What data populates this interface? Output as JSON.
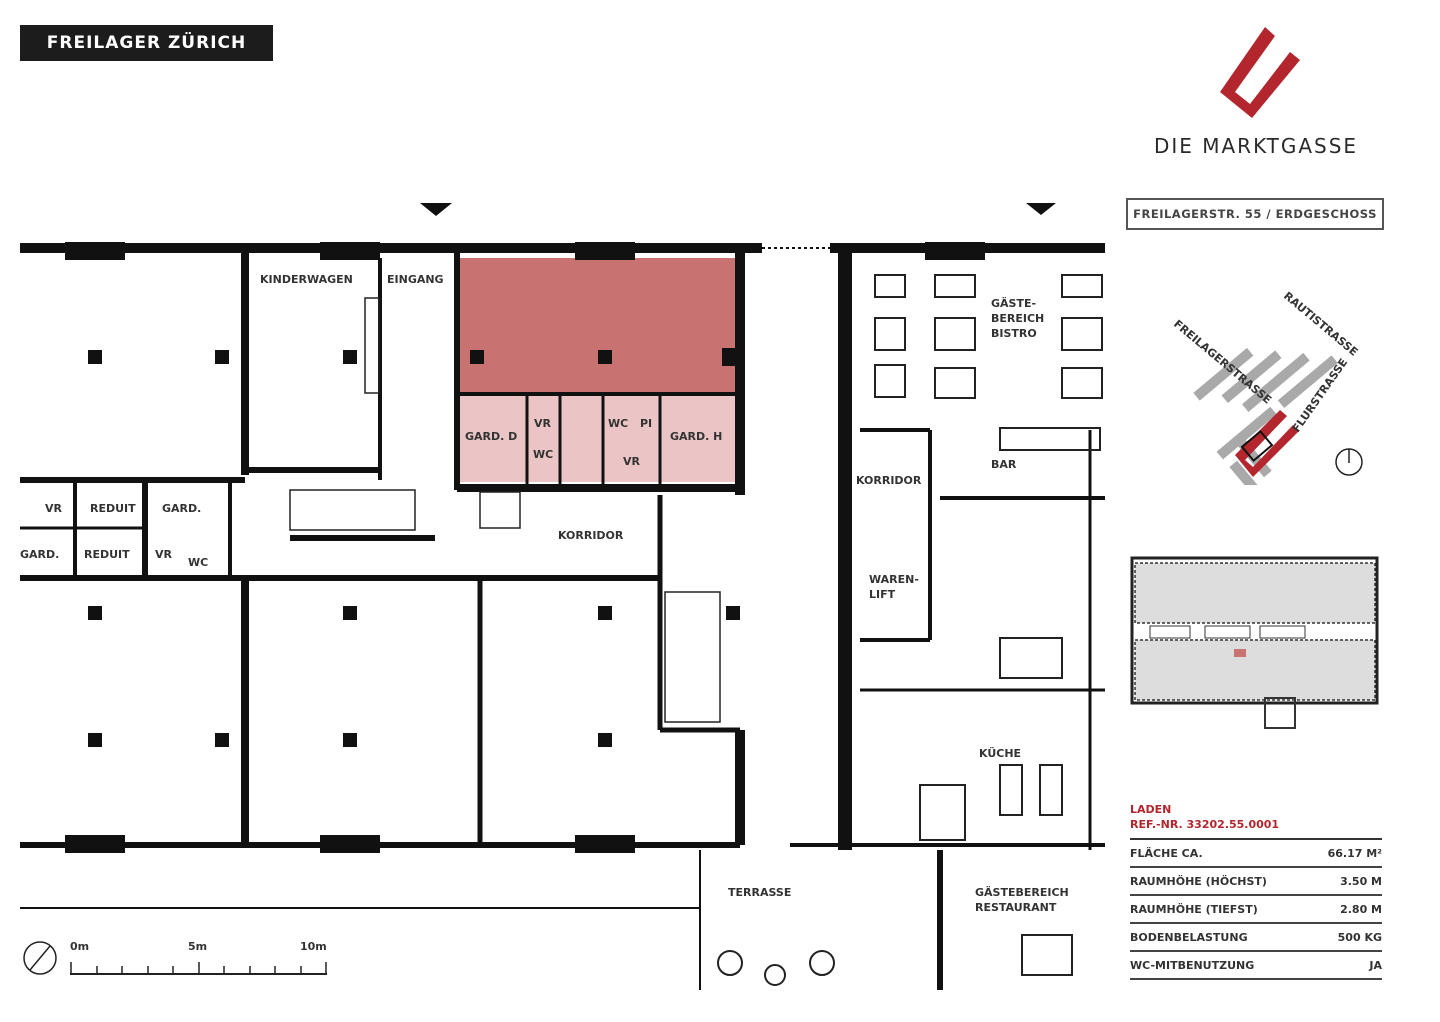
{
  "header": {
    "title": "FREILAGER ZÜRICH"
  },
  "brand": {
    "name": "DIE MARKTGASSE",
    "logo_color": "#b3262d"
  },
  "address": "FREILAGERSTR. 55 / ERDGESCHOSS",
  "site_map": {
    "streets": [
      "RAUTISTRASSE",
      "FREILAGERSTRASSE",
      "FLURSTRASSE"
    ]
  },
  "colors": {
    "highlight": "#c87272",
    "highlight_light": "#ebc5c5",
    "walls": "#111111"
  },
  "rooms": {
    "kinderwagen": "KINDERWAGEN",
    "eingang": "EINGANG",
    "gard_d": "GARD. D",
    "vr1": "VR",
    "wc1": "WC",
    "wc2": "WC",
    "pi": "PI",
    "vr2": "VR",
    "gard_h": "GARD. H",
    "bistro": [
      "GÄSTE-",
      "BEREICH",
      "BISTRO"
    ],
    "bar": "BAR",
    "korridor1": "KORRIDOR",
    "vr3": "VR",
    "reduit1": "REDUIT",
    "gard1": "GARD.",
    "gard2": "GARD.",
    "reduit2": "REDUIT",
    "vr4": "VR",
    "wc3": "WC",
    "korridor2": "KORRIDOR",
    "warenlift": [
      "WAREN-",
      "LIFT"
    ],
    "kueche": "KÜCHE",
    "terrasse": "TERRASSE",
    "restaurant": [
      "GÄSTEBEREICH",
      "RESTAURANT"
    ]
  },
  "scale": {
    "labels": [
      "0m",
      "5m",
      "10m"
    ]
  },
  "unit_info": {
    "type": "LADEN",
    "ref": "REF.-NR. 33202.55.0001",
    "rows": [
      {
        "label": "FLÄCHE CA.",
        "value": "66.17 M²"
      },
      {
        "label": "RAUMHÖHE (HÖCHST)",
        "value": "3.50 M"
      },
      {
        "label": "RAUMHÖHE (TIEFST)",
        "value": "2.80 M"
      },
      {
        "label": "BODENBELASTUNG",
        "value": "500 KG"
      },
      {
        "label": "WC-MITBENUTZUNG",
        "value": "JA"
      }
    ]
  }
}
